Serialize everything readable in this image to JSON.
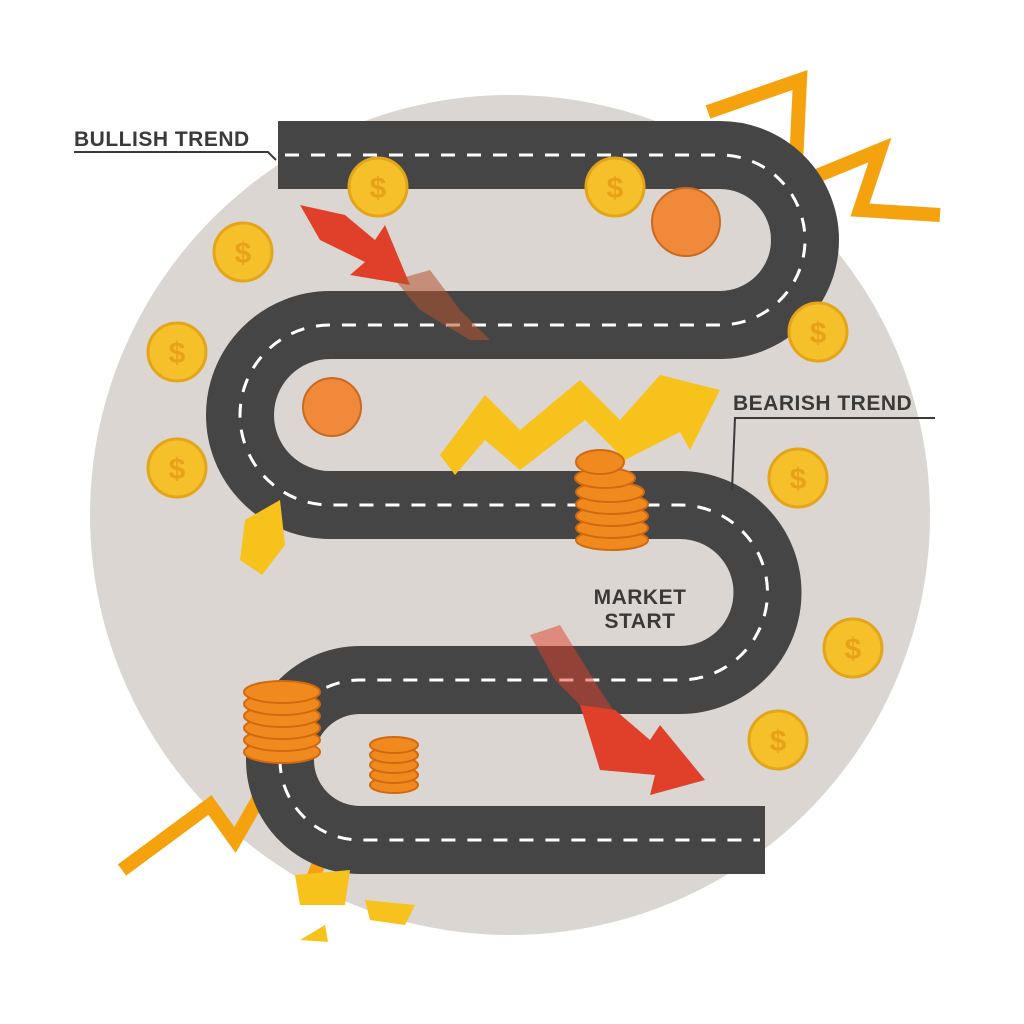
{
  "labels": {
    "bullish": "BULLISH TREND",
    "bearish": "BEARISH TREND",
    "start_line1": "MARKET",
    "start_line2": "START"
  },
  "coin_symbol": "$",
  "colors": {
    "background_circle": "#dcd6d3",
    "road": "#454545",
    "coin": "#f6c02a",
    "coin_stack": "#f08a1e",
    "red_arrow": "#e0402a",
    "yellow_arrow": "#f7c21b",
    "lightning": "#f5a20f"
  }
}
